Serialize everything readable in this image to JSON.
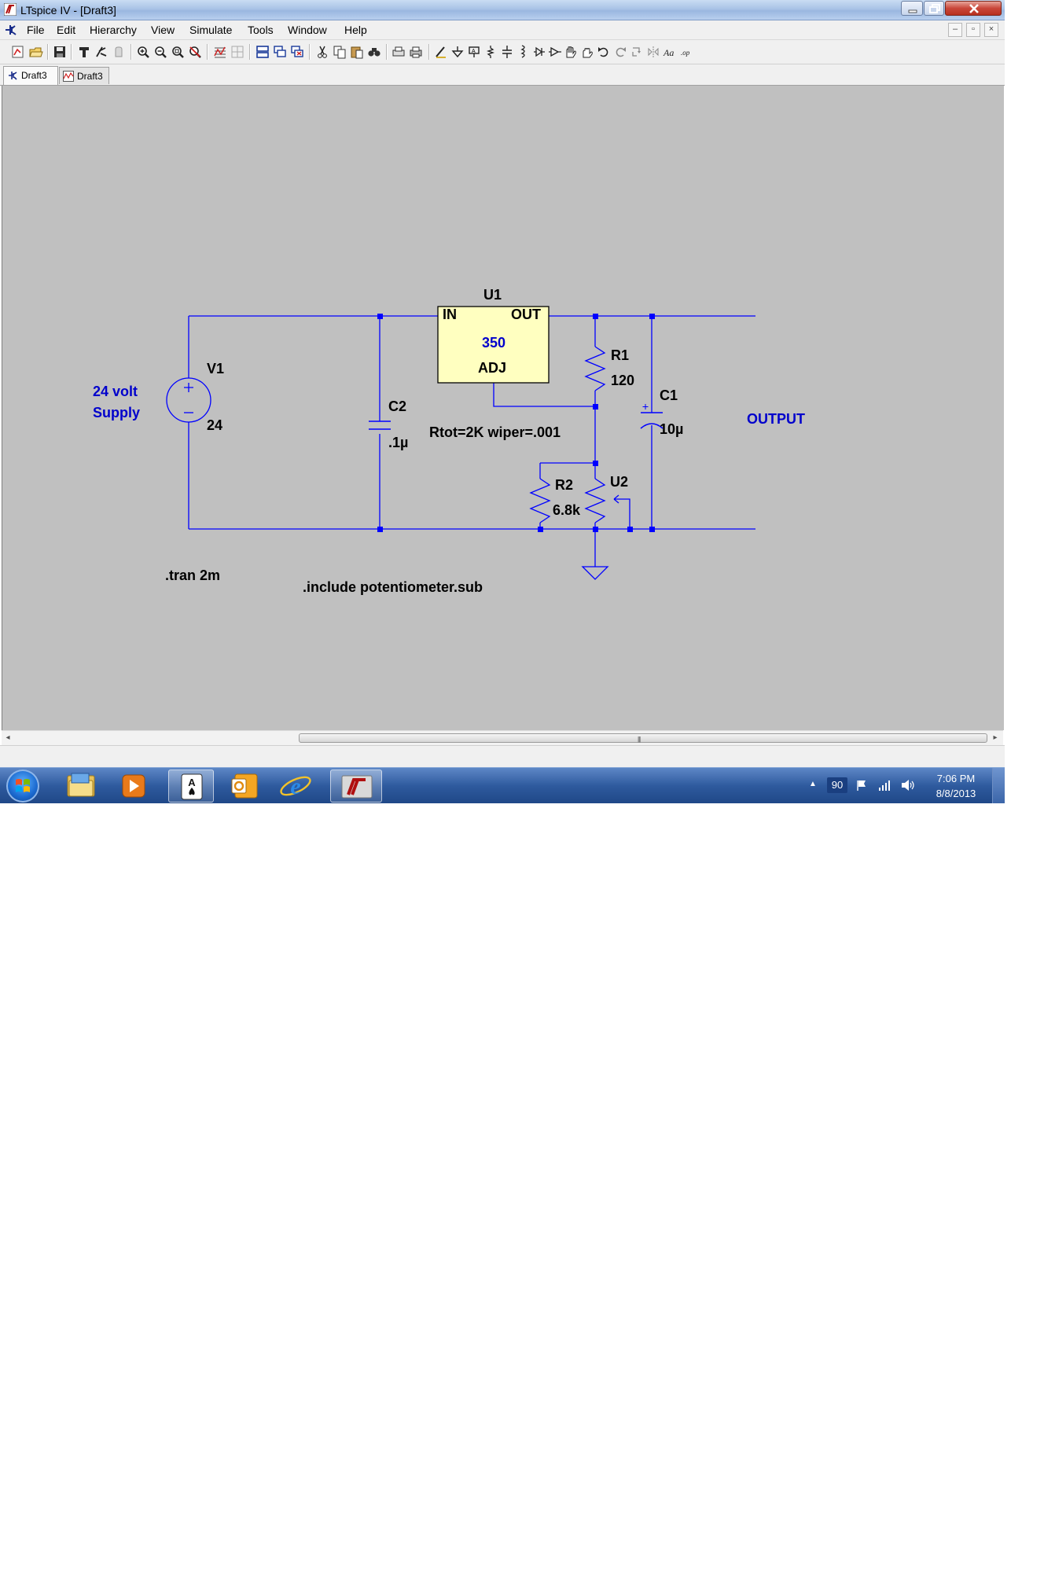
{
  "window": {
    "title": "LTspice IV - [Draft3]",
    "buttons": {
      "minimize": "minimize",
      "maximize": "restore",
      "close": "close"
    }
  },
  "menu": {
    "items": [
      "File",
      "Edit",
      "Hierarchy",
      "View",
      "Simulate",
      "Tools",
      "Window",
      "Help"
    ],
    "mdi_buttons": [
      "minimize",
      "restore",
      "close"
    ]
  },
  "toolbar": {
    "icons": [
      "new-schematic-icon",
      "open-icon",
      "save-icon",
      "control-panel-icon",
      "run-icon",
      "halt-icon",
      "zoom-in-icon",
      "zoom-out-icon",
      "zoom-fit-icon",
      "zoom-cancel-icon",
      "autorange-icon",
      "grid-icon",
      "tile-horizontal-icon",
      "cascade-icon",
      "close-all-icon",
      "cut-icon",
      "copy-icon",
      "paste-icon",
      "find-icon",
      "print-setup-icon",
      "print-icon",
      "draw-wire-icon",
      "ground-icon",
      "label-net-icon",
      "resistor-icon",
      "capacitor-icon",
      "inductor-icon",
      "diode-icon",
      "component-icon",
      "move-icon",
      "drag-icon",
      "undo-icon",
      "redo-icon",
      "rotate-icon",
      "mirror-icon",
      "text-icon",
      "spice-directive-icon"
    ]
  },
  "tabs": [
    {
      "label": "Draft3",
      "icon": "schematic-icon",
      "active": true
    },
    {
      "label": "Draft3",
      "icon": "waveform-icon",
      "active": false
    }
  ],
  "schematic": {
    "components": {
      "u1": {
        "name": "U1",
        "pin_in": "IN",
        "pin_out": "OUT",
        "value": "350",
        "pin_adj": "ADJ"
      },
      "v1": {
        "name": "V1",
        "value": "24"
      },
      "c2": {
        "name": "C2",
        "value": ".1µ"
      },
      "r1": {
        "name": "R1",
        "value": "120"
      },
      "c1": {
        "name": "C1",
        "value": "10µ"
      },
      "r2": {
        "name": "R2",
        "value": "6.8k"
      },
      "u2": {
        "name": "U2",
        "params": "Rtot=2K wiper=.001"
      }
    },
    "comments": {
      "supply_line1": "24 volt",
      "supply_line2": "Supply",
      "output": "OUTPUT"
    },
    "directives": {
      "tran": ".tran 2m",
      "include": ".include potentiometer.sub"
    },
    "colors": {
      "background": "#c0c0c0",
      "wire": "#0000ff",
      "junction": "#0000ff",
      "symbol": "#0000ff",
      "label": "#000000",
      "comment": "#0000cc",
      "ic_fill": "#ffffc0"
    }
  },
  "scrollbar": {
    "left_arrow": "◂",
    "right_arrow": "▸",
    "grip": "|||"
  },
  "taskbar": {
    "start": "start-orb",
    "apps": [
      "explorer-icon",
      "media-player-icon",
      "solitaire-icon",
      "outlook-icon",
      "internet-explorer-icon",
      "ltspice-icon"
    ],
    "tray": {
      "arrow": "▲",
      "badge": "90",
      "clock_time": "7:06 PM",
      "clock_date": "8/8/2013"
    }
  }
}
